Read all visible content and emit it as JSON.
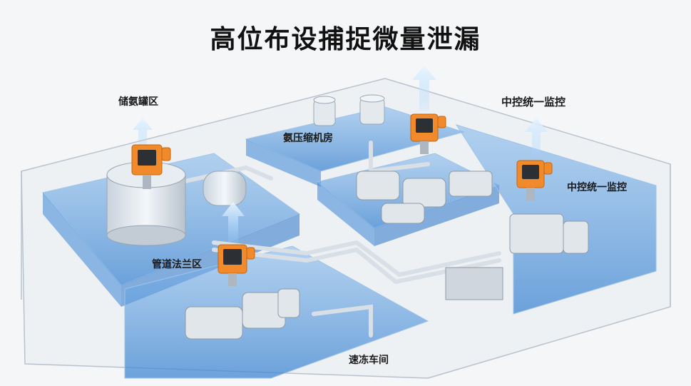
{
  "title": "高位布设捕捉微量泄漏",
  "areas": {
    "ammonia_tank": "储氨罐区",
    "compressor_room": "氨压缩机房",
    "control_top": "中控统一监控",
    "control_side": "中控统一监控",
    "pipe_flange": "管道法兰区",
    "quick_freeze": "速冻车间"
  },
  "colors": {
    "zone_fill": "#5b9ee0",
    "detector_orange": "#f08a2a",
    "pipe": "#d9dfe6",
    "wall": "#b9c2cc"
  },
  "icons": [
    "detector-icon",
    "up-arrow-icon"
  ]
}
